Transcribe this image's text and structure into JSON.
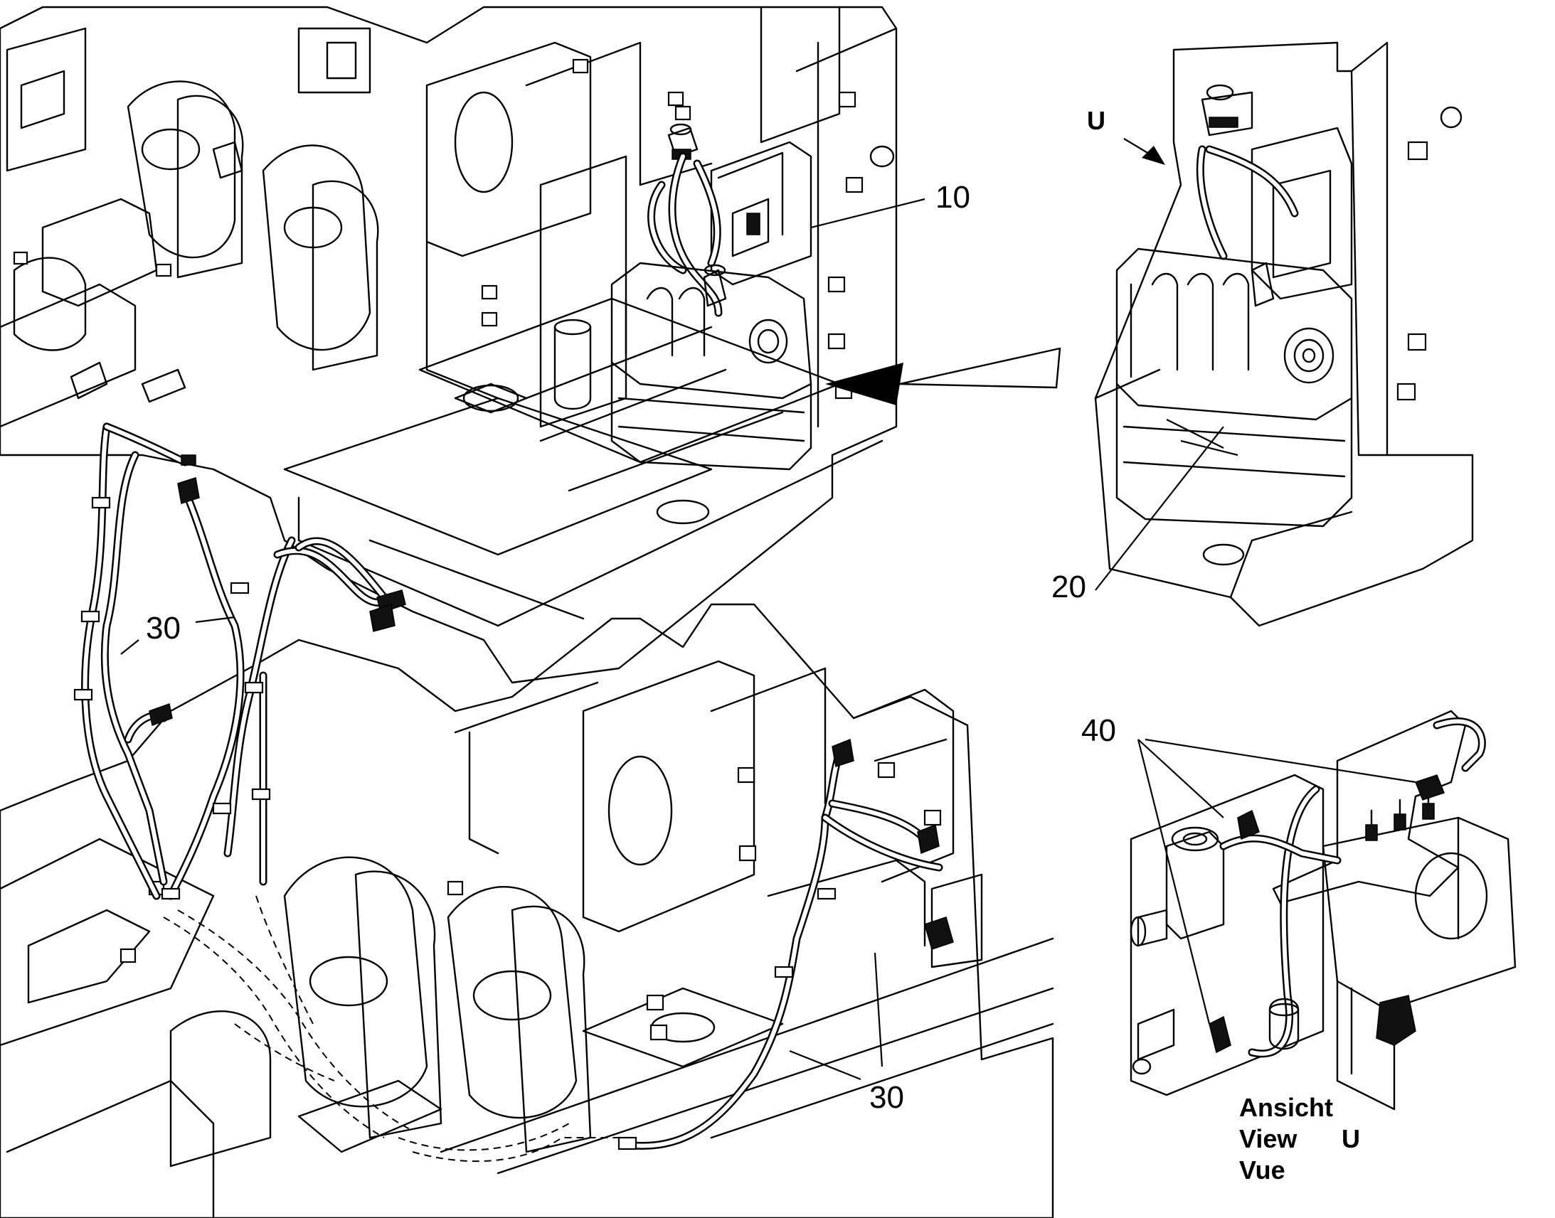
{
  "callouts": {
    "c10": "10",
    "c20": "20",
    "c30a": "30",
    "c30b": "30",
    "c40": "40",
    "view_marker": "U"
  },
  "view_caption": {
    "line1": "Ansicht",
    "line2": "View",
    "line2_marker": "U",
    "line3": "Vue"
  },
  "colors": {
    "line": "#000000",
    "background": "#ffffff"
  }
}
